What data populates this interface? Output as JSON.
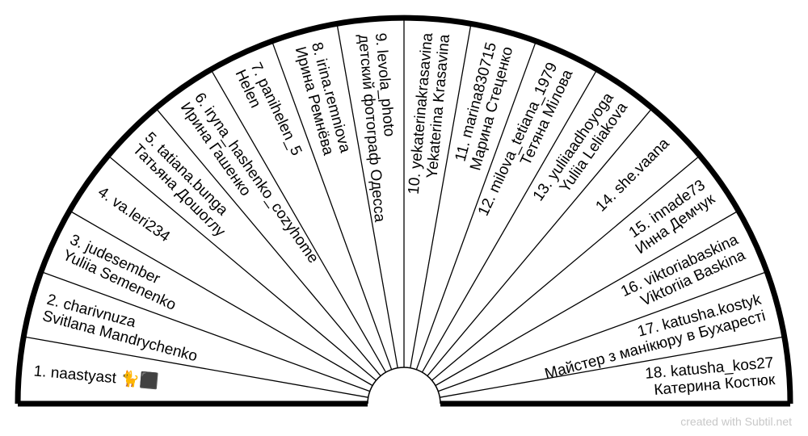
{
  "segments": [
    {
      "lines": [
        "1. naastyast 🐈⬛"
      ]
    },
    {
      "lines": [
        "2. charivnuza",
        "Svitlana Mandrychenko"
      ]
    },
    {
      "lines": [
        "3. judesember",
        "Yuliia Semenenko"
      ]
    },
    {
      "lines": [
        "4. va.leri234"
      ]
    },
    {
      "lines": [
        "5. tatiana.bunga",
        "Татьяна Дошоглу"
      ]
    },
    {
      "lines": [
        "6. iryna_hashenko_cozyhome",
        "Ирина Гашенко"
      ]
    },
    {
      "lines": [
        "7. panihelen_5",
        "Helen"
      ]
    },
    {
      "lines": [
        "8. irina.remniova",
        "Ирина Ремнёва"
      ]
    },
    {
      "lines": [
        "9. levola_photo",
        "детский фотограф Одесса"
      ]
    },
    {
      "lines": [
        "10. yekaterinakrasavina",
        "Yekaterina Krasavina"
      ]
    },
    {
      "lines": [
        "11. marina830715",
        "Марина Стеценко"
      ]
    },
    {
      "lines": [
        "12. milova_tetiana_1979",
        "Тетяна Мілова"
      ]
    },
    {
      "lines": [
        "13. yuliiaadhoyoga",
        "Yuliia Leliakova"
      ]
    },
    {
      "lines": [
        "14. she.vaana"
      ]
    },
    {
      "lines": [
        "15. innade73",
        "Инна Демчук"
      ]
    },
    {
      "lines": [
        "16. viktoriabaskina",
        "Viktoriia Baskina"
      ]
    },
    {
      "lines": [
        "17. katusha.kostyk",
        "Майстер з манікюру в Бухаресті"
      ]
    },
    {
      "lines": [
        "18. katusha_kos27",
        "Катерина Костюк"
      ]
    }
  ],
  "footer": {
    "text": "created with Subtil.net"
  },
  "colors": {
    "stroke": "#000000",
    "background": "#ffffff",
    "footer": "#c8c8c8"
  }
}
